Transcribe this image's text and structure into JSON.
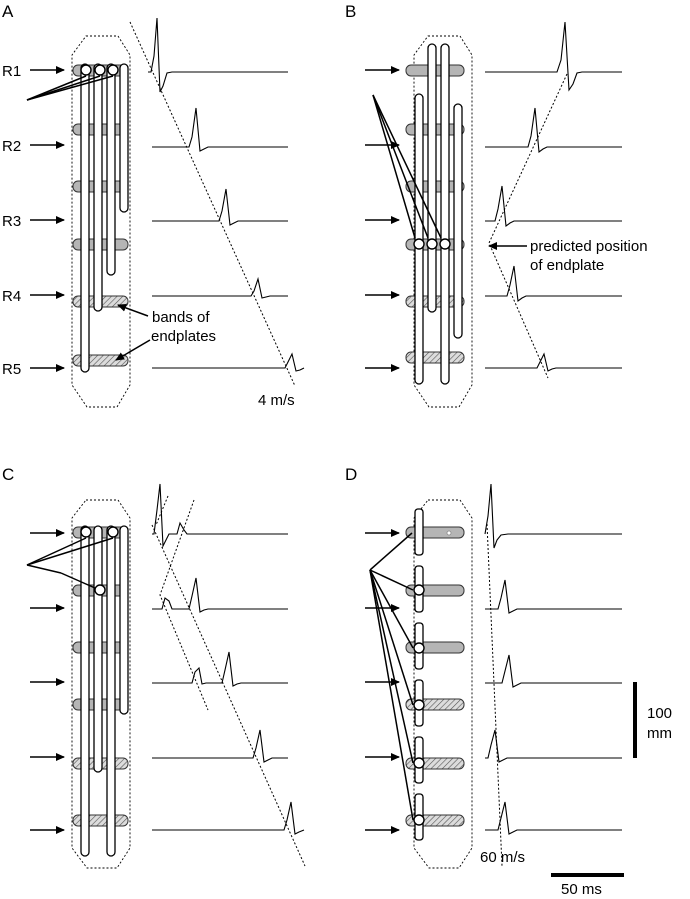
{
  "panels": [
    "A",
    "B",
    "C",
    "D"
  ],
  "row_labels": [
    "R1",
    "R2",
    "R3",
    "R4",
    "R5"
  ],
  "annotations": {
    "bands_line1": "bands of",
    "bands_line2": "endplates",
    "predicted_line1": "predicted position",
    "predicted_line2": "of endplate",
    "velocity_a": "4 m/s",
    "velocity_d": "60 m/s"
  },
  "scale_bars": {
    "vertical_value": "100",
    "vertical_unit": "mm",
    "horizontal": "50 ms"
  },
  "colors": {
    "ink": "#000000",
    "band_hatch": "#555555",
    "background": "#ffffff"
  }
}
